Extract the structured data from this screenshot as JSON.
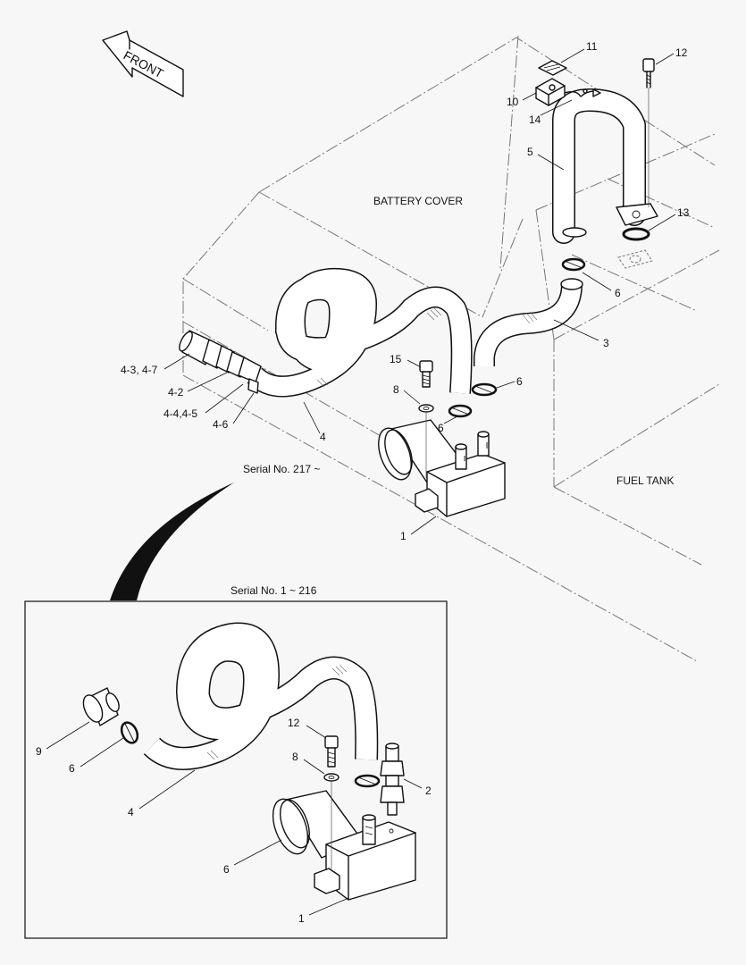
{
  "front_label": "FRONT",
  "battery_cover_label": "BATTERY COVER",
  "fuel_tank_label": "FUEL TANK",
  "serial_main": "Serial No. 217 ~",
  "serial_inset": "Serial No. 1 ~ 216",
  "callouts_main": {
    "c11": "11",
    "c12": "12",
    "c10": "10",
    "c14": "14",
    "c5": "5",
    "c13": "13",
    "c6a": "6",
    "c3": "3",
    "c15": "15",
    "c6b": "6",
    "c8": "8",
    "c6c": "6",
    "c43": "4-3, 4-7",
    "c42": "4-2",
    "c44": "4-4,4-5",
    "c46": "4-6",
    "c4": "4",
    "c1": "1"
  },
  "callouts_inset": {
    "c9": "9",
    "c6a": "6",
    "c12": "12",
    "c8": "8",
    "c2": "2",
    "c4": "4",
    "c6b": "6",
    "c1": "1"
  }
}
